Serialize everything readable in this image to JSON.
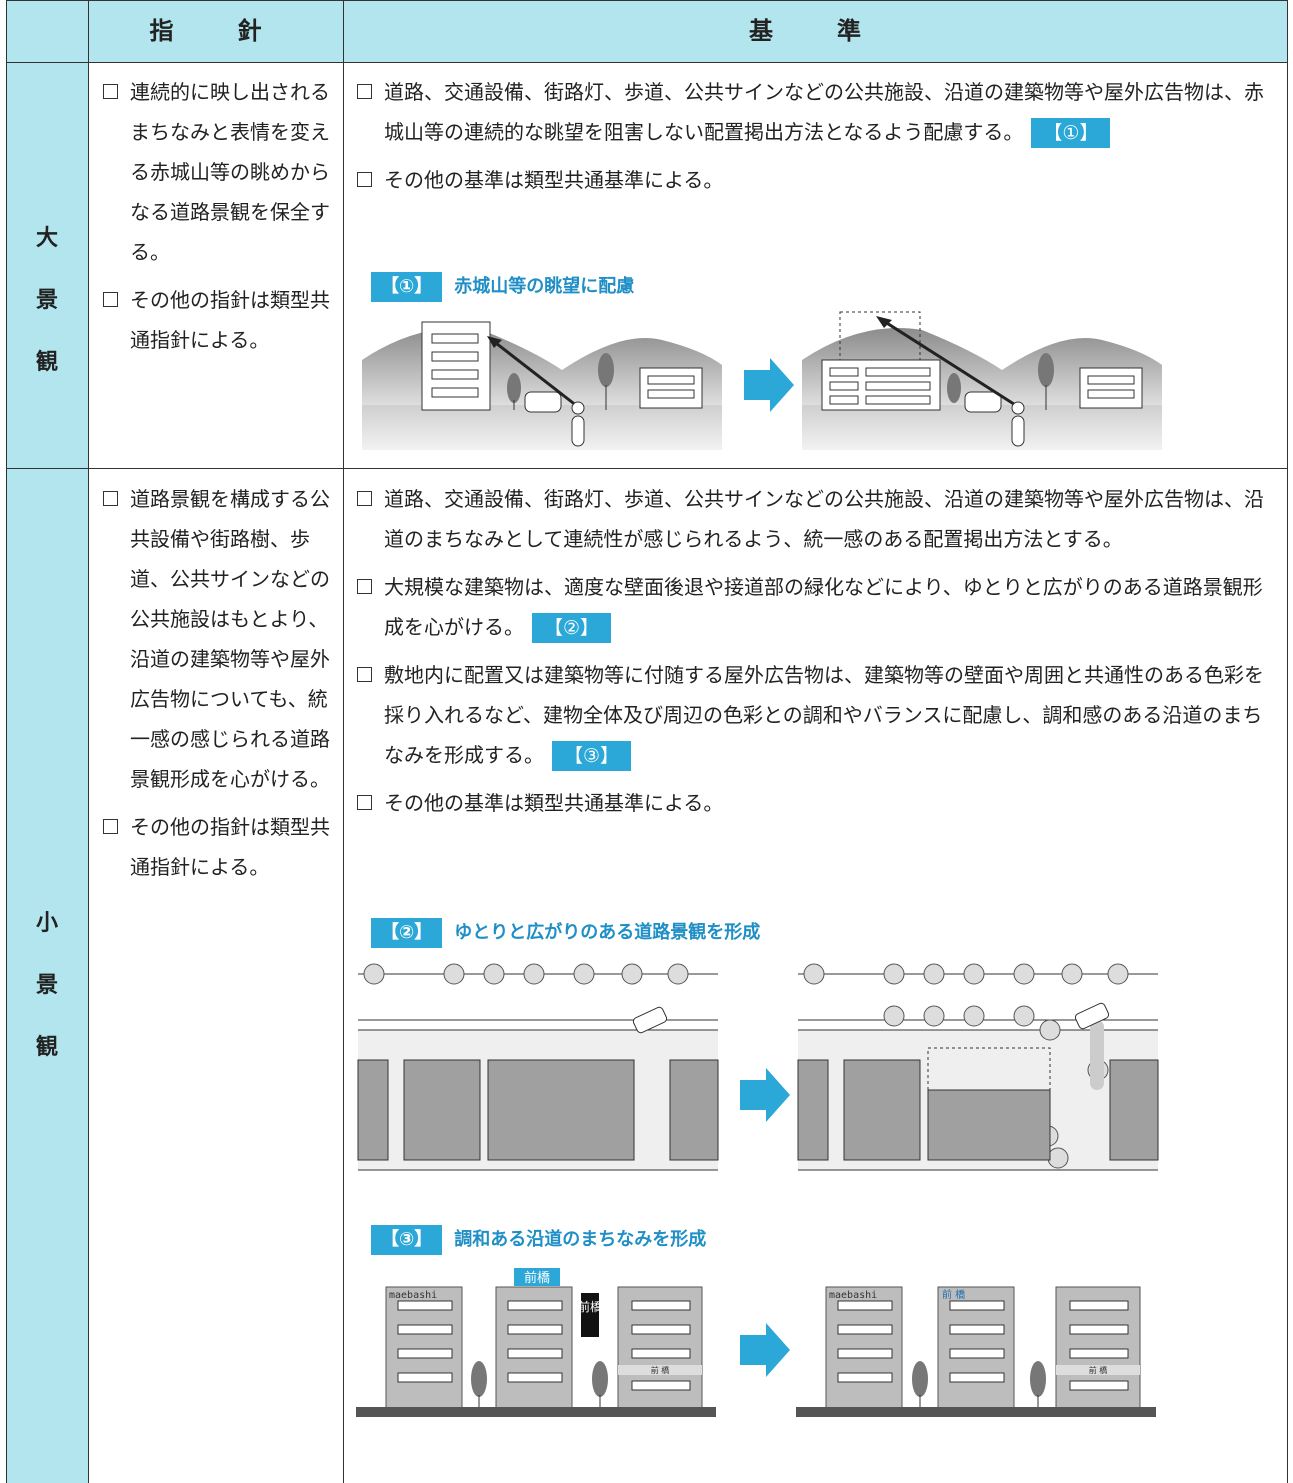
{
  "header": {
    "guideline": "指　針",
    "standard": "基　準"
  },
  "large": {
    "label": [
      "大",
      "景",
      "観"
    ],
    "guidelines": [
      "連続的に映し出されるまちなみと表情を変える赤城山等の眺めからなる道路景観を保全する。",
      "その他の指針は類型共通指針による。"
    ],
    "standards": [
      {
        "text": "道路、交通設備、街路灯、歩道、公共サインなどの公共施設、沿道の建築物等や屋外広告物は、赤城山等の連続的な眺望を阻害しない配置掲出方法となるよう配慮する。",
        "ref": "【①】"
      },
      {
        "text": "その他の基準は類型共通基準による。",
        "ref": ""
      }
    ],
    "figure1": {
      "tag": "【①】",
      "title": "赤城山等の眺望に配慮"
    }
  },
  "small": {
    "label": [
      "小",
      "景",
      "観"
    ],
    "guidelines": [
      "道路景観を構成する公共設備や街路樹、歩道、公共サインなどの公共施設はもとより、沿道の建築物等や屋外広告物についても、統一感の感じられる道路景観形成を心がける。",
      "その他の指針は類型共通指針による。"
    ],
    "standards": [
      {
        "text": "道路、交通設備、街路灯、歩道、公共サインなどの公共施設、沿道の建築物等や屋外広告物は、沿道のまちなみとして連続性が感じられるよう、統一感のある配置掲出方法とする。",
        "ref": ""
      },
      {
        "text": "大規模な建築物は、適度な壁面後退や接道部の緑化などにより、ゆとりと広がりのある道路景観形成を心がける。",
        "ref": "【②】"
      },
      {
        "text": "敷地内に配置又は建築物等に付随する屋外広告物は、建築物等の壁面や周囲と共通性のある色彩を採り入れるなど、建物全体及び周辺の色彩との調和やバランスに配慮し、調和感のある沿道のまちなみを形成する。",
        "ref": "【③】"
      },
      {
        "text": "その他の基準は類型共通基準による。",
        "ref": ""
      }
    ],
    "figure2": {
      "tag": "【②】",
      "title": "ゆとりと広がりのある道路景観を形成"
    },
    "figure3": {
      "tag": "【③】",
      "title": "調和ある沿道のまちなみを形成",
      "sign_roof": "前橋",
      "sign_vertical": "前橋",
      "sign_small": "前 橋",
      "label_en": "maebashi",
      "label_jp": "前 橋"
    }
  },
  "colors": {
    "accent": "#2ba7d8",
    "header_bg": "#b3e5ef",
    "building": "#a0a0a0"
  }
}
